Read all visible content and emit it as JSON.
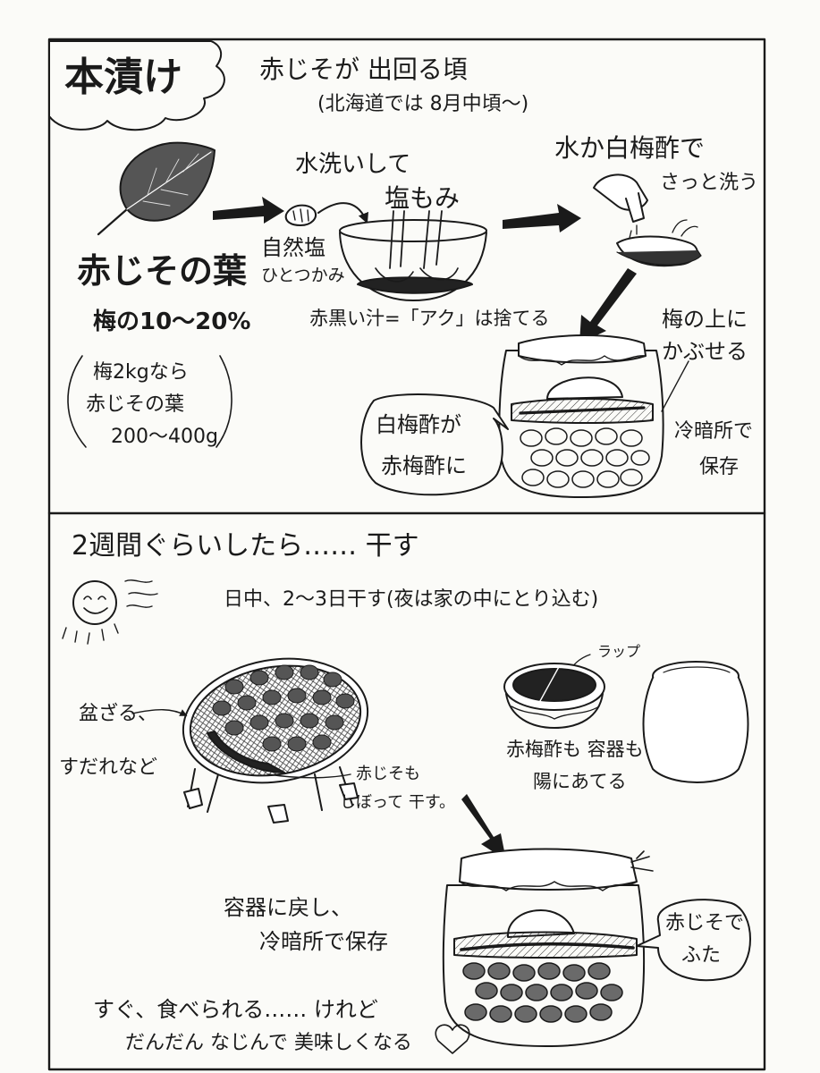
{
  "section1": {
    "title": "本漬け",
    "timing": "赤じそが 出回る頃",
    "timing_note": "(北海道では 8月中頃～)",
    "leaf_label": "赤じその葉",
    "ratio": "梅の10～20%",
    "example_line1": "梅2kgなら",
    "example_line2": "赤じその葉",
    "example_line3": "200～400g",
    "wash_knead_line1": "水洗いして",
    "wash_knead_line2": "塩もみ",
    "salt_line1": "自然塩",
    "salt_line2": "ひとつかみ",
    "aku_note": "赤黒い汁=「アク」は捨てる",
    "rinse_line1": "水か白梅酢で",
    "rinse_line2": "さっと洗う",
    "cover_line1": "梅の上に",
    "cover_line2": "かぶせる",
    "vinegar_line1": "白梅酢が",
    "vinegar_line2": "赤梅酢に",
    "storage_line1": "冷暗所で",
    "storage_line2": "保存"
  },
  "section2": {
    "title": "2週間ぐらいしたら…… 干す",
    "dry_note": "日中、2～3日干す(夜は家の中にとり込む)",
    "tray_line1": "盆ざる、",
    "tray_line2": "すだれなど",
    "wrap_label": "ラップ",
    "sun_line1": "赤梅酢も 容器も",
    "sun_line2": "陽にあてる",
    "shiso_line1": "赤じそも",
    "shiso_line2": "しぼって 干す。",
    "return_line1": "容器に戻し、",
    "return_line2": "冷暗所で保存",
    "lid_line1": "赤じそで",
    "lid_line2": "ふた",
    "ending_line1": "すぐ、食べられる…… けれど",
    "ending_line2": "だんだん なじんで 美味しくなる"
  }
}
